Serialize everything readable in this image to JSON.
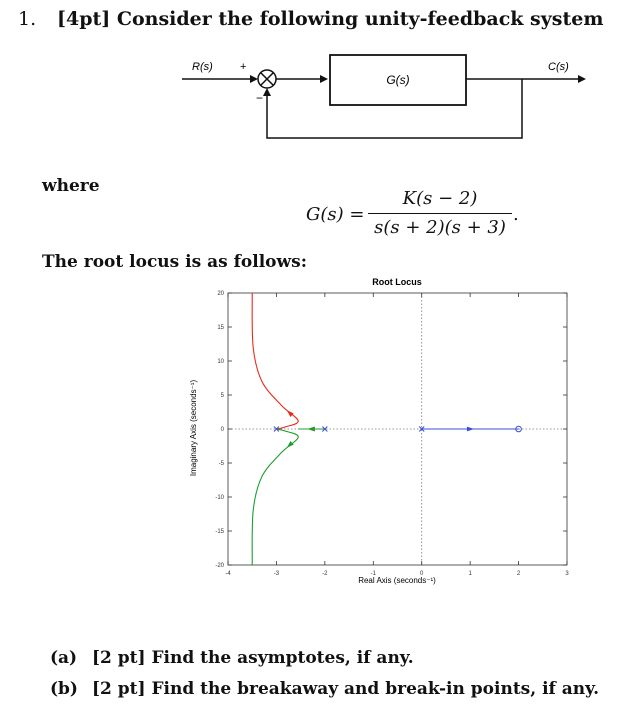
{
  "question": {
    "number": "1.",
    "title": "[4pt] Consider the following unity-feedback system"
  },
  "block_diagram": {
    "input_label": "R(s)",
    "output_label": "C(s)",
    "plant_label": "G(s)",
    "plus_sign": "+",
    "minus_sign": "−"
  },
  "where_label": "where",
  "equation": {
    "lhs": "G(s) =",
    "numerator": "K(s − 2)",
    "denominator": "s(s + 2)(s + 3)",
    "trailing": "."
  },
  "root_locus_intro": "The root locus is as follows:",
  "chart_data": {
    "type": "line",
    "title": "Root Locus",
    "xlabel": "Real Axis (seconds⁻¹)",
    "ylabel": "Imaginary Axis (seconds⁻¹)",
    "xlim": [
      -4,
      3
    ],
    "ylim": [
      -20,
      20
    ],
    "xticks": [
      -4,
      -3,
      -2,
      -1,
      0,
      1,
      2,
      3
    ],
    "yticks": [
      -20,
      -15,
      -10,
      -5,
      0,
      5,
      10,
      15,
      20
    ],
    "poles": [
      [
        0,
        0
      ],
      [
        -2,
        0
      ],
      [
        -3,
        0
      ]
    ],
    "zeros": [
      [
        2,
        0
      ]
    ],
    "series": [
      {
        "color": "#e8291c",
        "points": [
          [
            -3,
            0
          ],
          [
            -2.82,
            0.3
          ],
          [
            -2.55,
            1.2
          ],
          [
            -2.9,
            3.5
          ],
          [
            -3.3,
            7
          ],
          [
            -3.48,
            12
          ],
          [
            -3.5,
            20
          ]
        ]
      },
      {
        "color": "#1f9e2e",
        "points": [
          [
            -3,
            0
          ],
          [
            -2.82,
            -0.3
          ],
          [
            -2.55,
            -1.2
          ],
          [
            -2.9,
            -3.5
          ],
          [
            -3.3,
            -7
          ],
          [
            -3.48,
            -12
          ],
          [
            -3.5,
            -20
          ]
        ]
      },
      {
        "color": "#e8291c",
        "points": [
          [
            -2,
            0
          ],
          [
            -2.55,
            0
          ]
        ]
      },
      {
        "color": "#1f9e2e",
        "points": [
          [
            -2,
            0
          ],
          [
            -2.55,
            0
          ]
        ]
      },
      {
        "color": "#3a4fd8",
        "points": [
          [
            0,
            0
          ],
          [
            2,
            0
          ]
        ]
      }
    ]
  },
  "parts": [
    {
      "label": "(a)",
      "text": "[2 pt] Find the asymptotes, if any."
    },
    {
      "label": "(b)",
      "text": "[2 pt] Find the breakaway and break-in points, if any."
    }
  ]
}
